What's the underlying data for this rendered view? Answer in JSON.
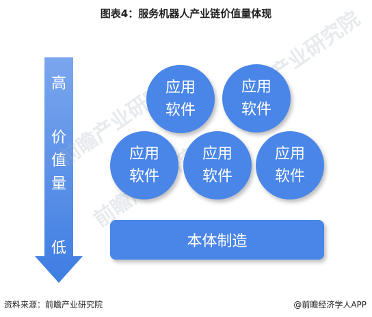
{
  "title": "图表4：服务机器人产业链价值量体现",
  "arrow": {
    "top_label": "高",
    "middle_chars": [
      "价",
      "值",
      "量"
    ],
    "bottom_label": "低",
    "color": "#4a86e8"
  },
  "circles": [
    {
      "line1": "应用",
      "line2": "软件"
    },
    {
      "line1": "应用",
      "line2": "软件"
    },
    {
      "line1": "应用",
      "line2": "软件"
    },
    {
      "line1": "应用",
      "line2": "软件"
    },
    {
      "line1": "应用",
      "line2": "软件"
    }
  ],
  "base": {
    "label": "本体制造",
    "color": "#4a86e8"
  },
  "watermark": {
    "text": "前瞻产业研究院"
  },
  "footer": {
    "source": "资料来源：前瞻产业研究院",
    "credit": "@前瞻经济学人APP"
  }
}
